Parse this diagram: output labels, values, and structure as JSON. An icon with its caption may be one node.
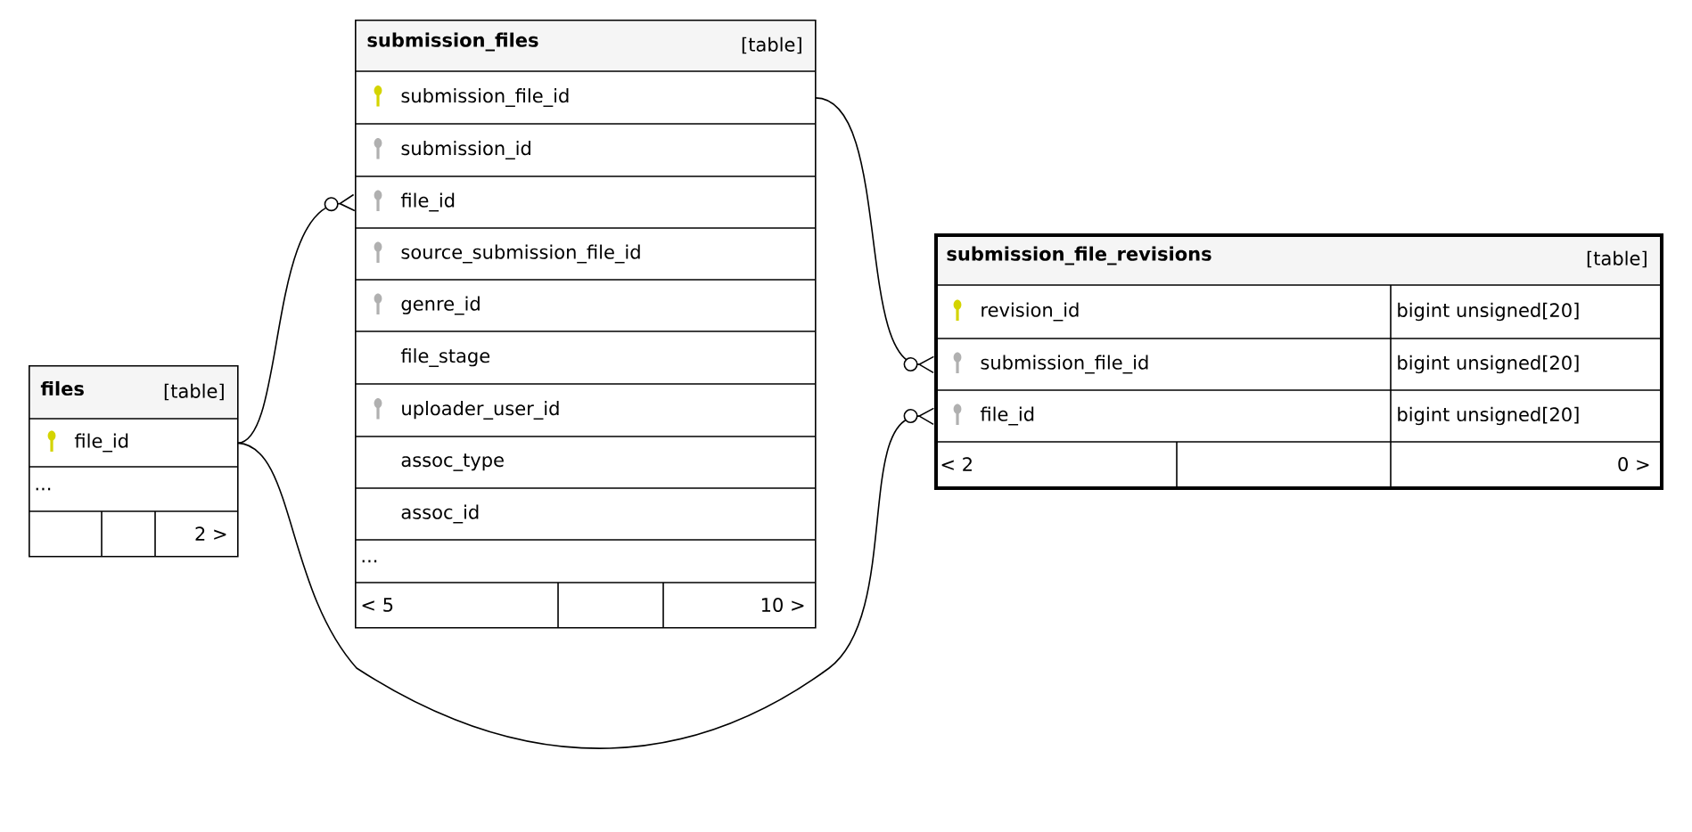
{
  "diagram": {
    "nodes": [
      {
        "text": [
          "files",
          "[table]"
        ]
      },
      {
        "text": [
          "file_id"
        ],
        "in": 0
      },
      {
        "text": [
          "..."
        ],
        "in": 0
      },
      {
        "text": [
          "2 >"
        ],
        "in": 0
      },
      {
        "text": [
          "submission_files",
          "[table]"
        ]
      },
      {
        "text": [
          "submission_file_id"
        ],
        "in": 4
      },
      {
        "text": [
          "submission_id"
        ],
        "in": 4
      },
      {
        "text": [
          "file_id"
        ],
        "in": 4
      },
      {
        "text": [
          "source_submission_file_id"
        ],
        "in": 4
      },
      {
        "text": [
          "genre_id"
        ],
        "in": 4
      },
      {
        "text": [
          "file_stage"
        ],
        "in": 4
      },
      {
        "text": [
          "uploader_user_id"
        ],
        "in": 4
      },
      {
        "text": [
          "assoc_type"
        ],
        "in": 4
      },
      {
        "text": [
          "assoc_id"
        ],
        "in": 4
      },
      {
        "text": [
          "..."
        ],
        "in": 4
      },
      {
        "text": [
          "< 5",
          "10 >"
        ],
        "in": 4
      },
      {
        "text": [
          "submission_file_revisions",
          "[table]"
        ]
      },
      {
        "text": [
          "revision_id",
          "bigint unsigned[20]"
        ],
        "in": 16
      },
      {
        "text": [
          "submission_file_id",
          "bigint unsigned[20]"
        ],
        "in": 16
      },
      {
        "text": [
          "file_id",
          "bigint unsigned[20]"
        ],
        "in": 16
      },
      {
        "text": [
          "< 2",
          "0 >"
        ],
        "in": 16
      }
    ],
    "edges": [
      {
        "from": 1,
        "to": 7,
        "arrow": "other"
      },
      {
        "from": 5,
        "to": 18,
        "arrow": "other"
      },
      {
        "from": 1,
        "to": 19,
        "arrow": "other"
      }
    ]
  }
}
